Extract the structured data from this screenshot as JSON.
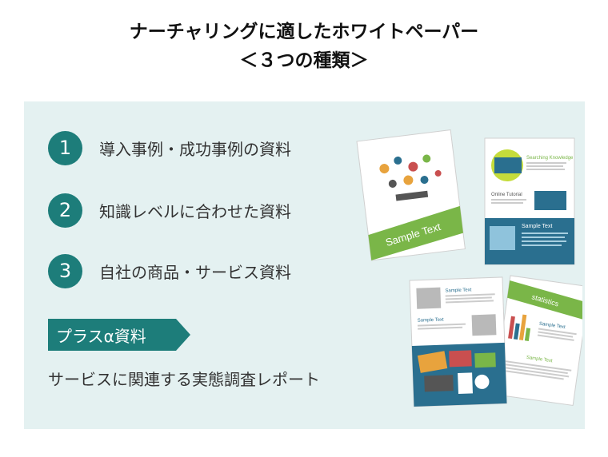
{
  "title": {
    "line1": "ナーチャリングに適したホワイトペーパー",
    "line2": "＜３つの種類＞"
  },
  "items": [
    {
      "number": "1",
      "label": "導入事例・成功事例の資料"
    },
    {
      "number": "2",
      "label": "知識レベルに合わせた資料"
    },
    {
      "number": "3",
      "label": "自社の商品・サービス資料"
    }
  ],
  "plus": {
    "tag": "プラスα資料",
    "text": "サービスに関連する実態調査レポート"
  },
  "illustration": {
    "doc1_banner": "Sample Text",
    "doc2_heading": "Searching Knowledge",
    "doc2_sub": "Online Tutorial",
    "doc2_banner": "Sample Text",
    "doc3_heading1": "Sample Text",
    "doc3_heading2": "Sample Text",
    "doc4_banner": "statistics",
    "doc4_heading": "Sample Text",
    "doc4_heading2": "Sample Text",
    "colors": {
      "teal": "#1d7d7a",
      "green": "#7ab648",
      "blue": "#2a6f8f",
      "panel": "#e4f1f1"
    }
  }
}
